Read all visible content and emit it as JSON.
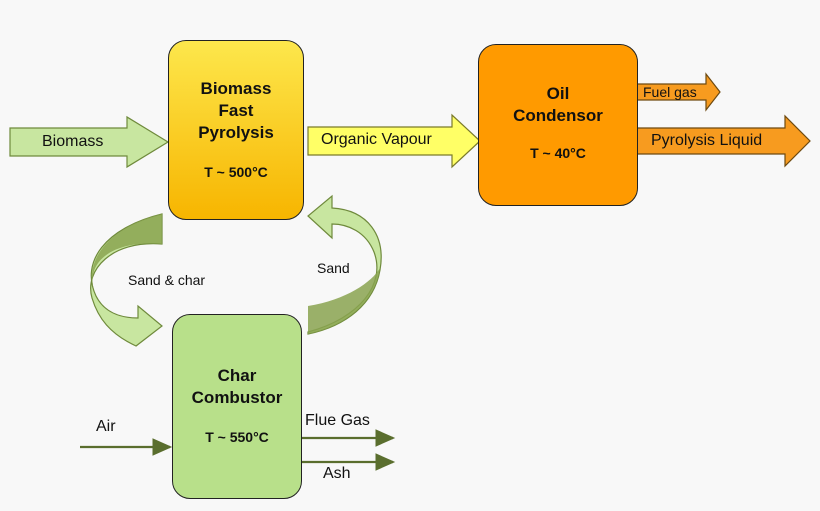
{
  "colors": {
    "pyrolysis_fill_top": "#fde74c",
    "pyrolysis_fill_bottom": "#f7b500",
    "condensor_fill": "#ff9a00",
    "combustor_fill": "#b8e08a",
    "green_arrow": "#c8e6a0",
    "dark_green": "#8aa350",
    "yellow_arrow": "#ffff66",
    "orange_arrow": "#f79b1f",
    "line_arrow": "#5a6e2e"
  },
  "pyrolysis": {
    "title": "Biomass\nFast\nPyrolysis",
    "temp": "T ~ 500°C"
  },
  "condensor": {
    "title": "Oil\nCondensor",
    "temp": "T ~ 40°C"
  },
  "combustor": {
    "title": "Char\nCombustor",
    "temp": "T ~ 550°C"
  },
  "arrows": {
    "biomass": "Biomass",
    "organic_vapour": "Organic Vapour",
    "fuel_gas": "Fuel gas",
    "pyrolysis_liquid": "Pyrolysis Liquid",
    "sand_char": "Sand & char",
    "sand": "Sand",
    "air": "Air",
    "flue_gas": "Flue Gas",
    "ash": "Ash"
  }
}
